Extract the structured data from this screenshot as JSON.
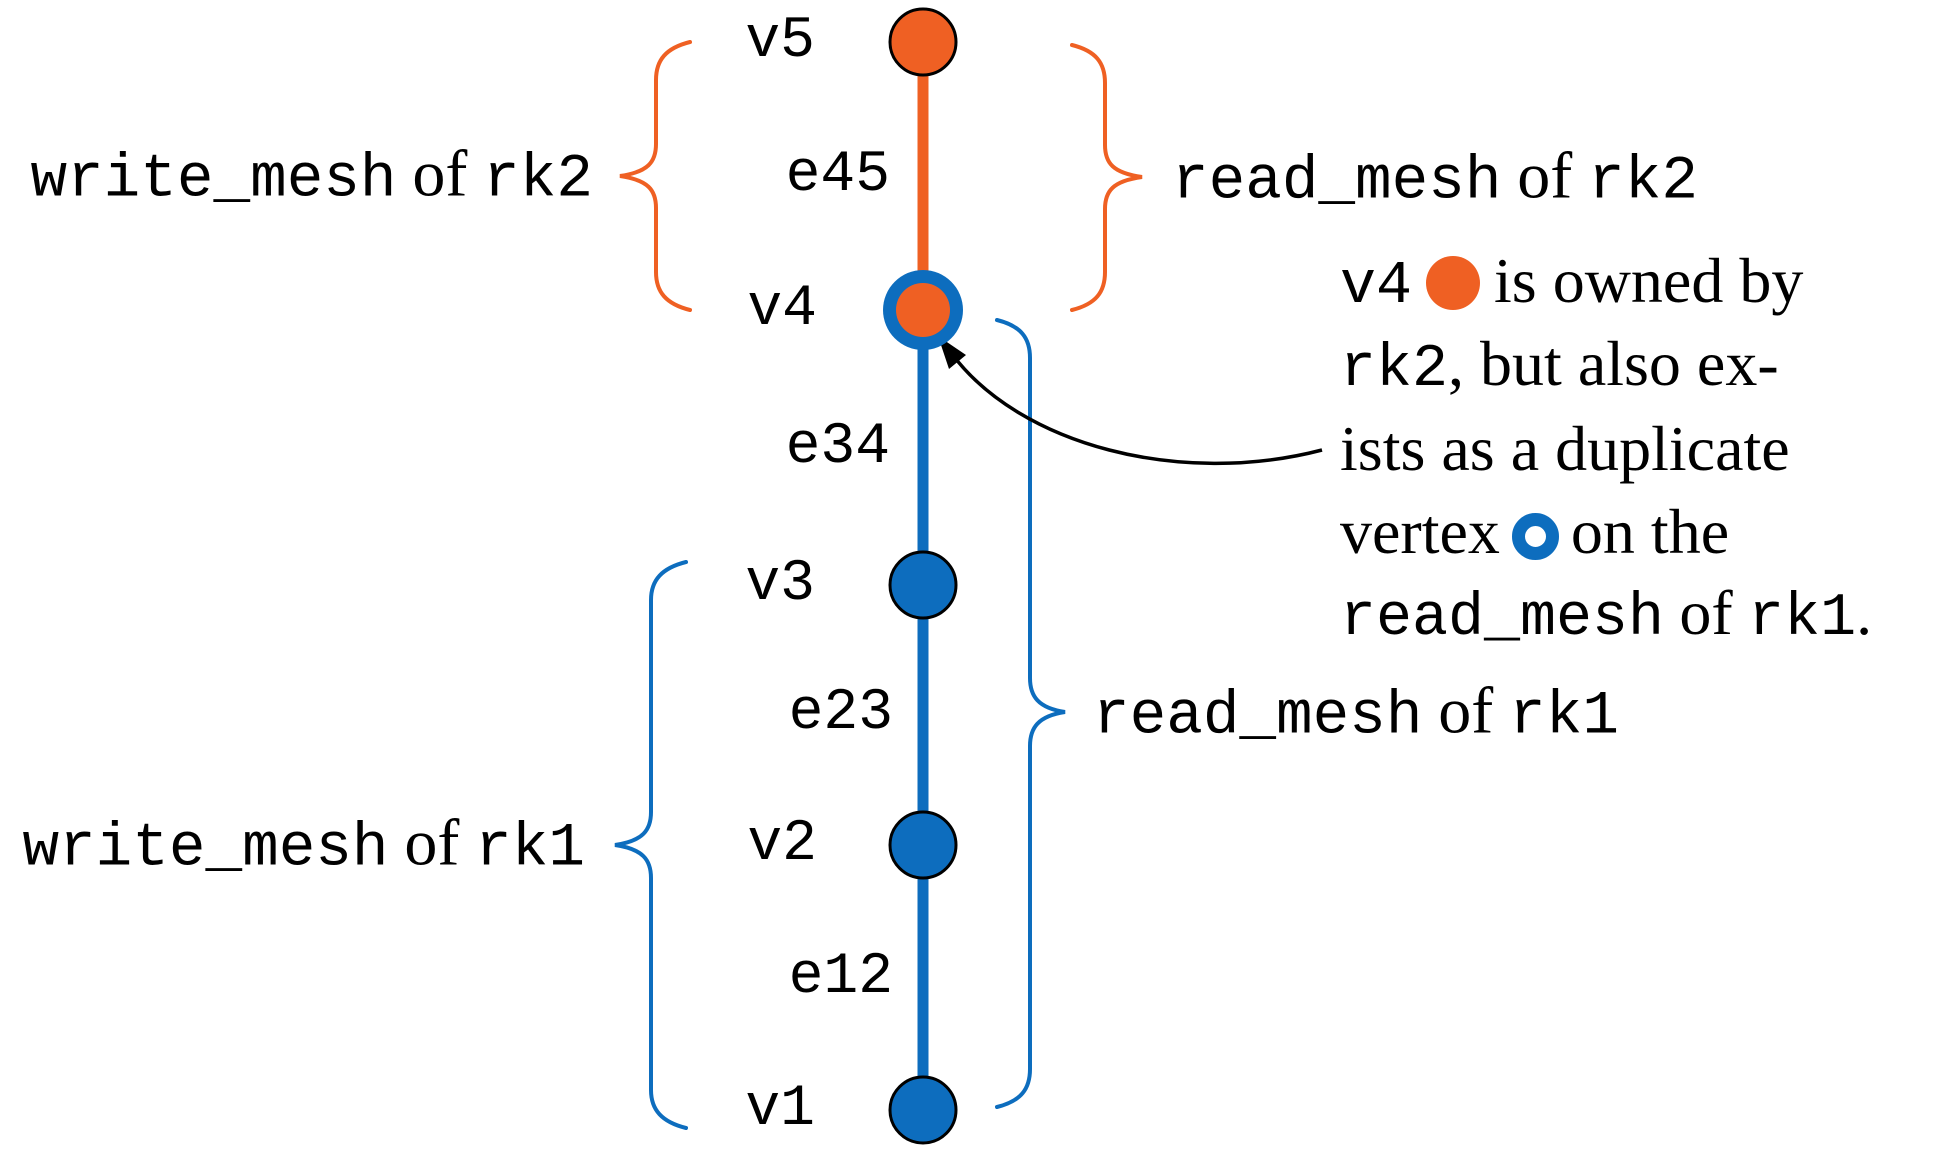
{
  "colors": {
    "orange": "#EF6023",
    "blue": "#0D6DBE",
    "ink": "#000000",
    "background": "#FFFFFF"
  },
  "mesh": {
    "vertex_labels": [
      "v5",
      "v4",
      "v3",
      "v2",
      "v1"
    ],
    "edge_labels": [
      "e45",
      "e34",
      "e23",
      "e12"
    ],
    "owned_by_rk2": [
      "v4",
      "v5",
      "e45"
    ],
    "owned_by_rk1": [
      "v1",
      "v2",
      "v3",
      "e12",
      "e23",
      "e34"
    ]
  },
  "braces": {
    "write_rk2": {
      "code": "write_mesh",
      "of": "of",
      "rank": "rk2"
    },
    "read_rk2": {
      "code": "read_mesh",
      "of": "of",
      "rank": "rk2"
    },
    "write_rk1": {
      "code": "write_mesh",
      "of": "of",
      "rank": "rk1"
    },
    "read_rk1": {
      "code": "read_mesh",
      "of": "of",
      "rank": "rk1"
    }
  },
  "annotation": {
    "line1_code": "v4",
    "line1_text": "is owned by",
    "line2_code": "rk2",
    "line2_text": ", but also ex-",
    "line3_text": "ists as a duplicate",
    "line4_pre": "vertex",
    "line4_post": "on the",
    "line5_code1": "read_mesh",
    "line5_of": "of",
    "line5_code2": "rk1",
    "line5_end": "."
  }
}
